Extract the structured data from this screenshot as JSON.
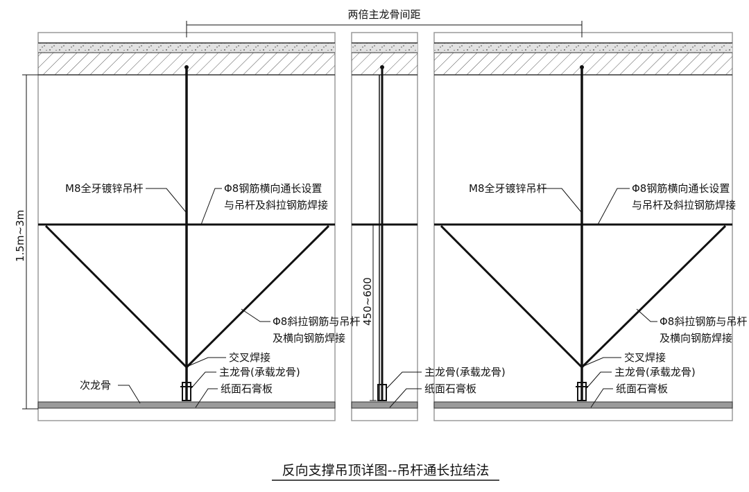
{
  "title": "反向支撑吊顶详图--吊杆通长拉结法",
  "dimensions": {
    "top_span": "两倍主龙骨间距",
    "height_range": "1.5m~3m",
    "brace_height": "450~600"
  },
  "labels": {
    "rod": "M8全牙镀锌吊杆",
    "horizontal_bar_line1": "Φ8钢筋横向通长设置",
    "horizontal_bar_line2": "与吊杆及斜拉钢筋焊接",
    "diagonal_line1": "Φ8斜拉钢筋与吊杆",
    "diagonal_line2": "及横向钢筋焊接",
    "cross_weld": "交叉焊接",
    "main_keel": "主龙骨(承载龙骨)",
    "gypsum_board": "纸面石膏板",
    "secondary_keel": "次龙骨"
  },
  "colors": {
    "line": "#111111",
    "slab_fill": "#d9d9d9",
    "board": "#8a8a8a",
    "frame": "#9a9a9a"
  }
}
